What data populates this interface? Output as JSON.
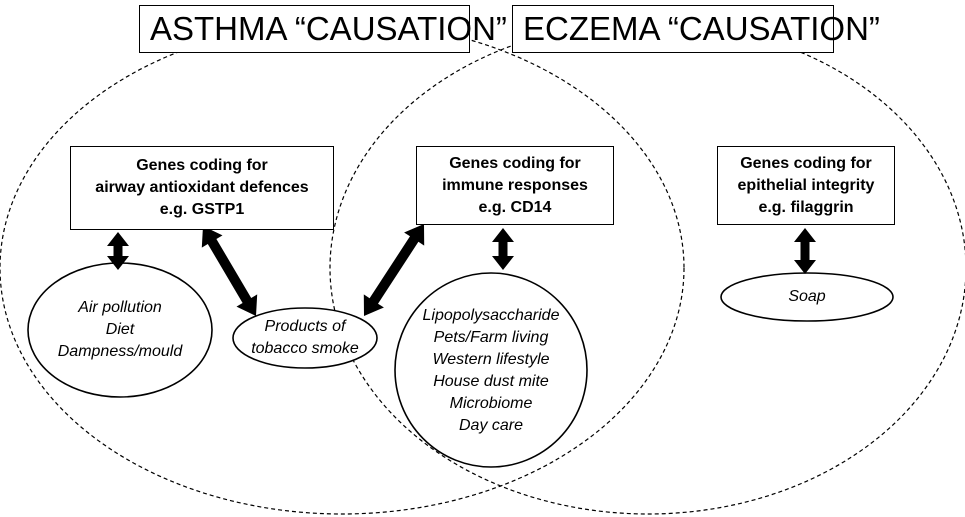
{
  "titles": {
    "asthma": "ASTHMA “CAUSATION”",
    "eczema": "ECZEMA “CAUSATION”"
  },
  "genes": {
    "antioxidant": [
      "Genes coding for",
      "airway antioxidant defences",
      "e.g. GSTP1"
    ],
    "immune": [
      "Genes coding for",
      "immune responses",
      "e.g. CD14"
    ],
    "epithelial": [
      "Genes coding for",
      "epithelial integrity",
      "e.g. filaggrin"
    ]
  },
  "exposures": {
    "air": [
      "Air pollution",
      "Diet",
      "Dampness/mould"
    ],
    "tobacco": [
      "Products of",
      "tobacco smoke"
    ],
    "immune": [
      "Lipopolysaccharide",
      "Pets/Farm living",
      "Western lifestyle",
      "House dust mite",
      "Microbiome",
      "Day care"
    ],
    "soap": [
      "Soap"
    ]
  }
}
